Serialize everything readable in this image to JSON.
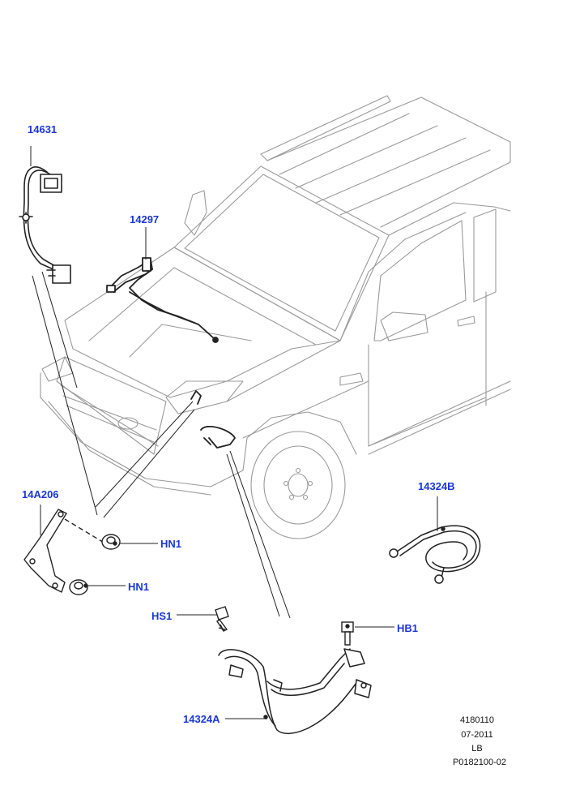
{
  "colors": {
    "callout": "#1b36d6",
    "vehicle_line": "#9a9a9a",
    "part_line": "#222222"
  },
  "callouts": {
    "c14631": "14631",
    "c14297": "14297",
    "c14A206": "14A206",
    "cHN1_upper": "HN1",
    "cHN1_lower": "HN1",
    "c14324B": "14324B",
    "cHS1": "HS1",
    "cHB1": "HB1",
    "c14324A": "14324A"
  },
  "drawing_info": {
    "number": "4180110",
    "date": "07-2011",
    "code": "LB",
    "reference": "P0182100-02"
  }
}
